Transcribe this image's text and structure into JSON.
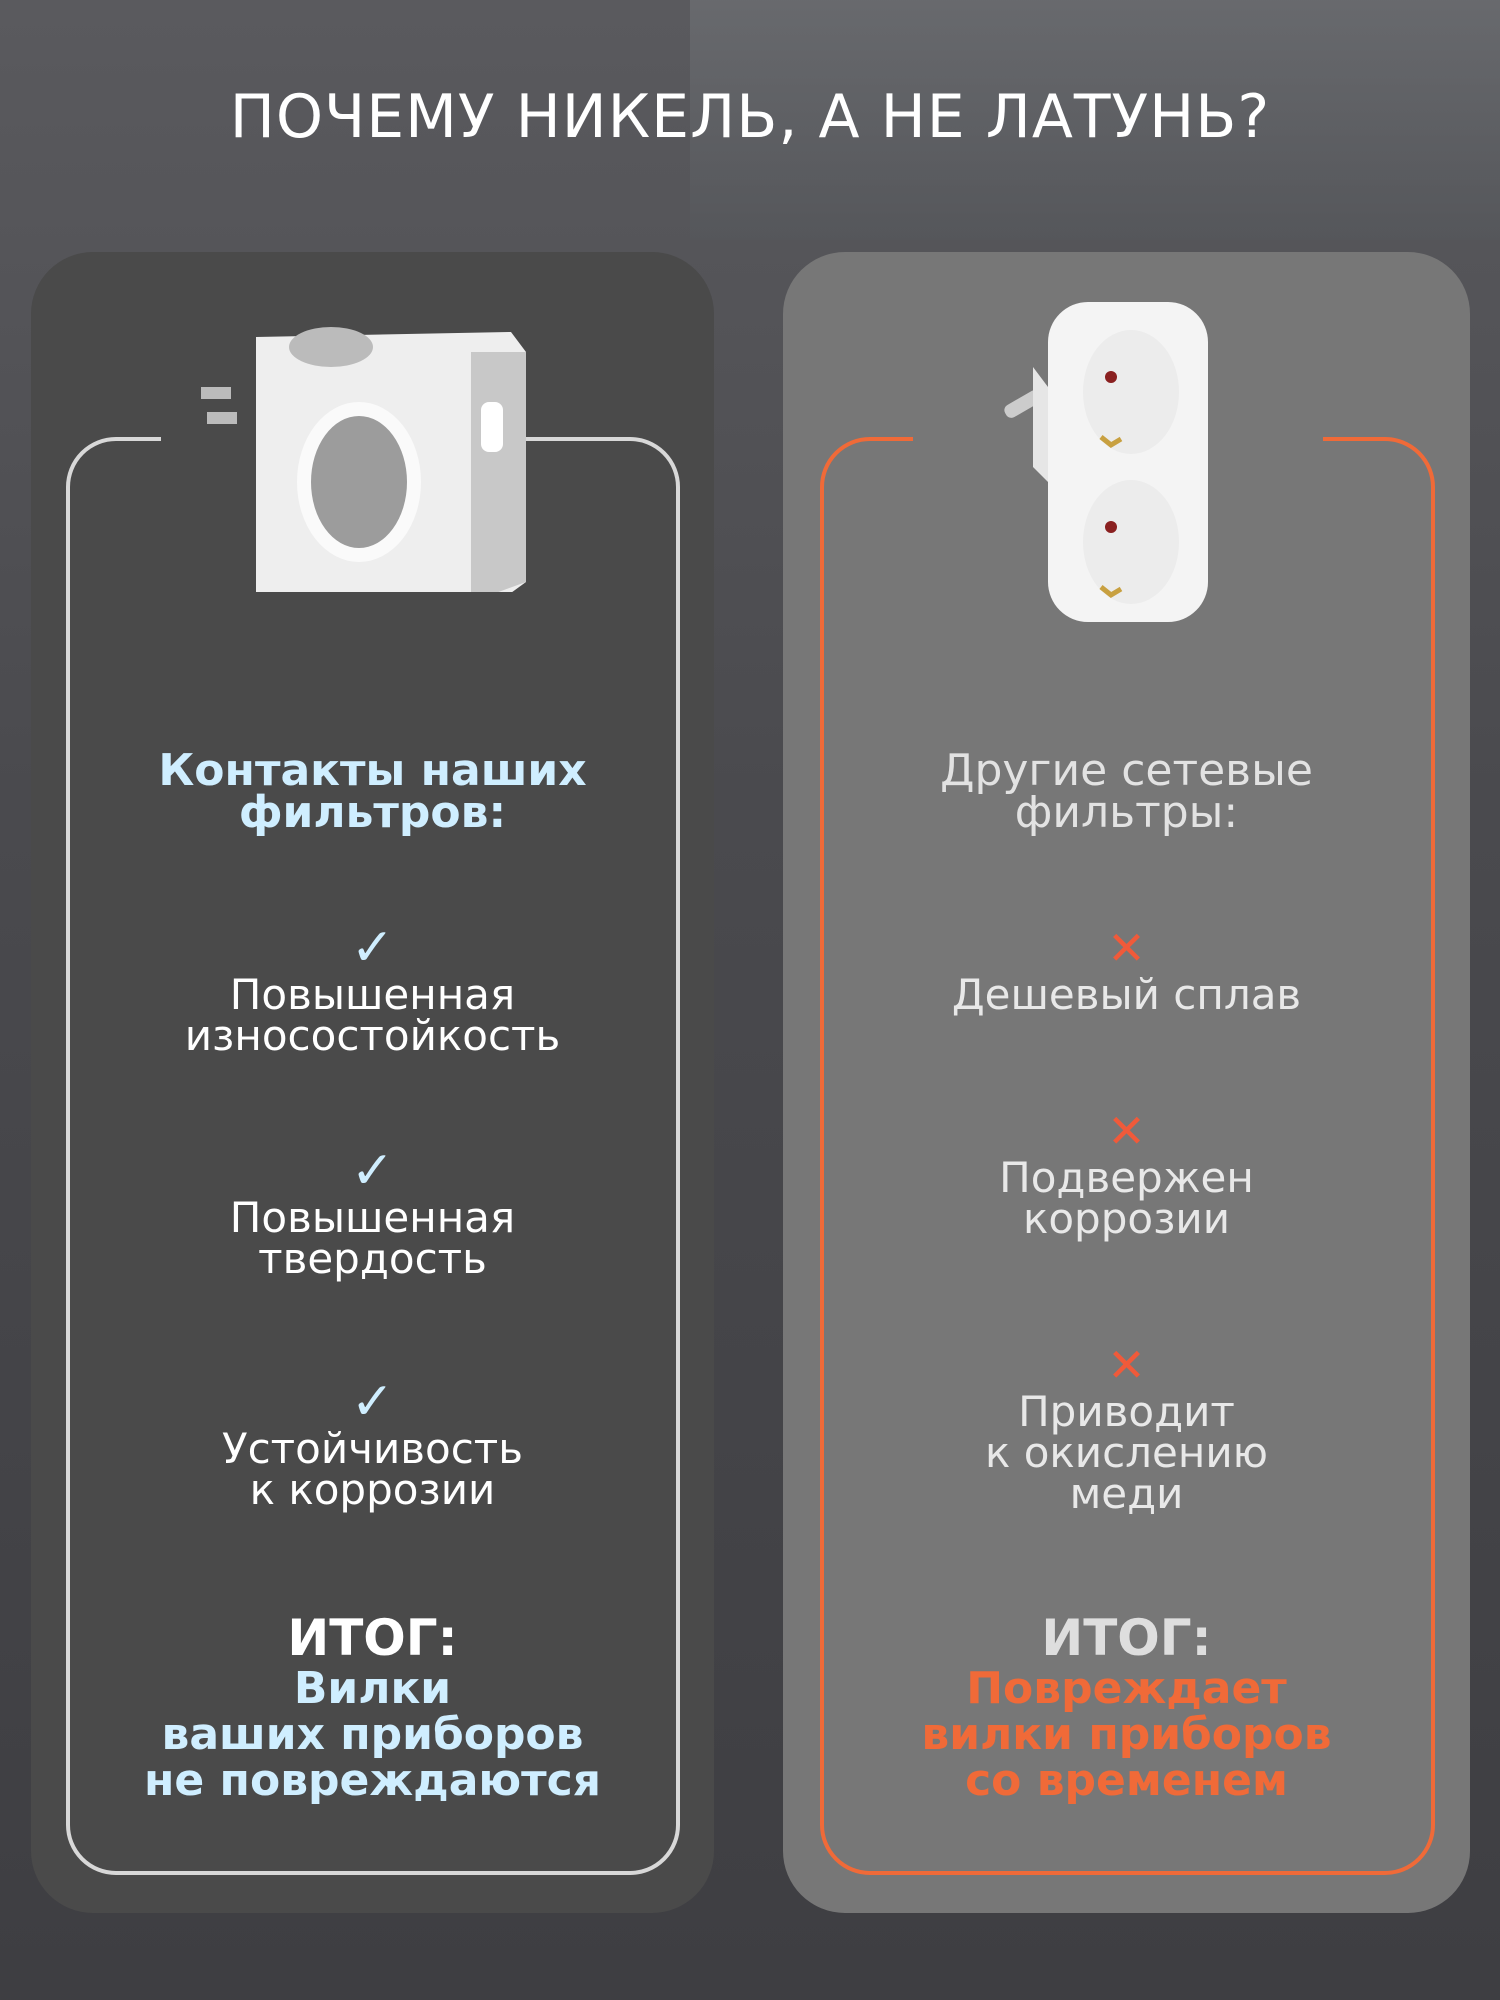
{
  "title": "ПОЧЕМУ НИКЕЛЬ, А НЕ ЛАТУНЬ?",
  "left": {
    "heading": [
      "Контакты наших",
      "фильтров:"
    ],
    "items": [
      {
        "icon": "check-icon",
        "lines": [
          "Повышенная",
          "износостойкость"
        ]
      },
      {
        "icon": "check-icon",
        "lines": [
          "Повышенная",
          "твердость"
        ]
      },
      {
        "icon": "check-icon",
        "lines": [
          "Устойчивость",
          "к коррозии"
        ]
      }
    ],
    "summary_label": "ИТОГ:",
    "summary": [
      "Вилки",
      "ваших приборов",
      "не повреждаются"
    ],
    "accent": "#cfeeff"
  },
  "right": {
    "heading": [
      "Другие сетевые",
      "фильтры:"
    ],
    "items": [
      {
        "icon": "cross-icon",
        "lines": [
          "Дешевый сплав"
        ]
      },
      {
        "icon": "cross-icon",
        "lines": [
          "Подвержен",
          "коррозии"
        ]
      },
      {
        "icon": "cross-icon",
        "lines": [
          "Приводит",
          "к окислению",
          "меди"
        ]
      }
    ],
    "summary_label": "ИТОГ:",
    "summary": [
      "Повреждает",
      "вилки приборов",
      "со временем"
    ],
    "accent": "#f06a38"
  },
  "marks": {
    "check": "✓",
    "cross": "✕"
  }
}
